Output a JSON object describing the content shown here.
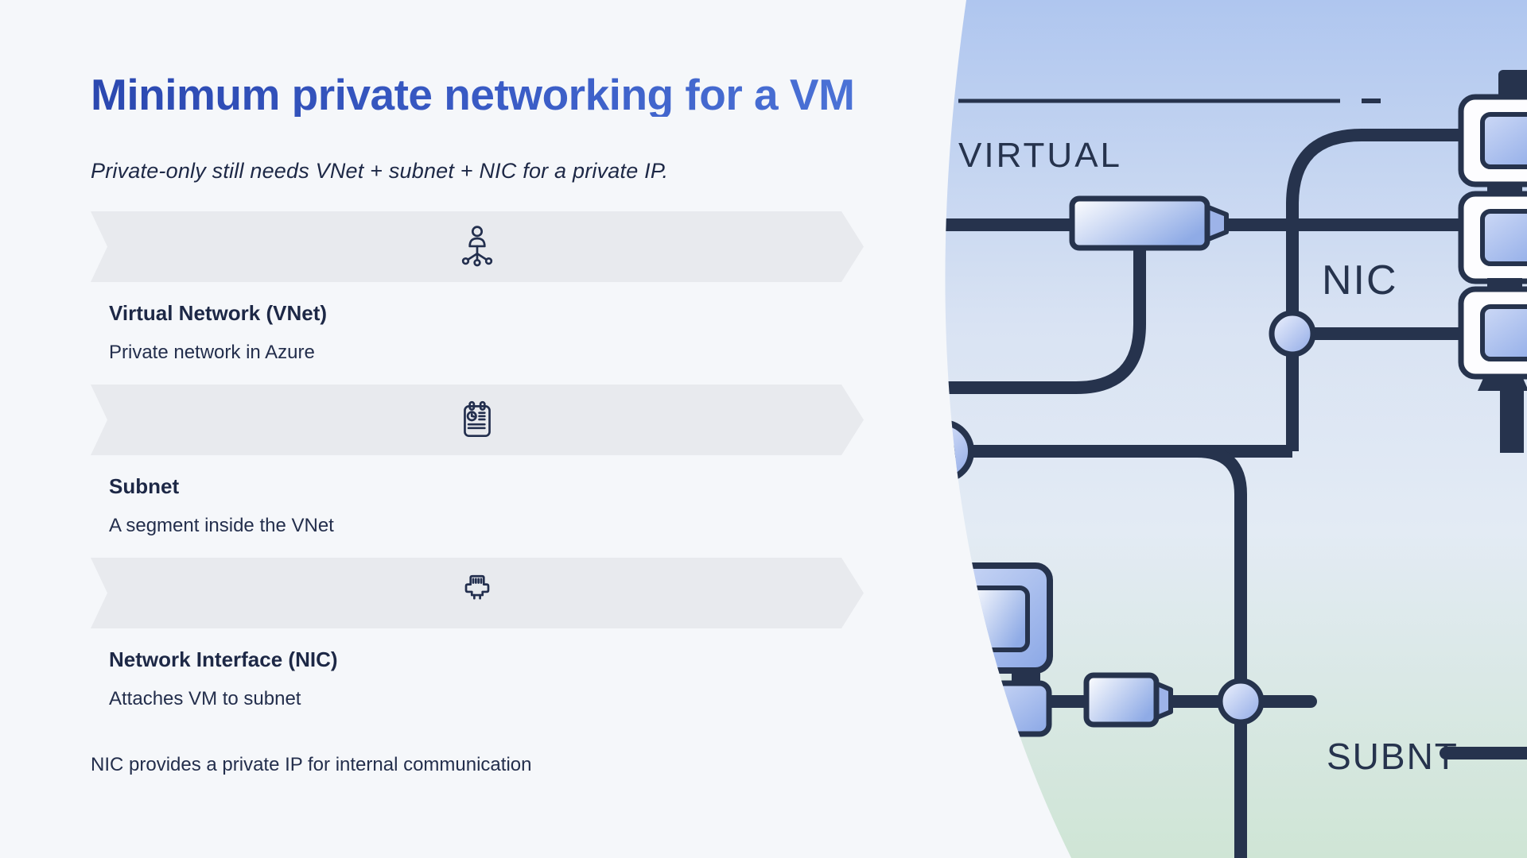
{
  "slide": {
    "title": "Minimum private networking for a VM",
    "subtitle": "Private-only still needs VNet + subnet + NIC for a private IP.",
    "steps": [
      {
        "icon": "user-network-icon",
        "heading": "Virtual Network (VNet)",
        "description": "Private network in Azure"
      },
      {
        "icon": "clipboard-icon",
        "heading": "Subnet",
        "description": "A segment inside the VNet"
      },
      {
        "icon": "ethernet-plug-icon",
        "heading": "Network Interface (NIC)",
        "description": "Attaches VM to subnet"
      }
    ],
    "footnote": "NIC provides a private IP for internal communication"
  },
  "illustration": {
    "label_virtual": "VIRTUAL",
    "label_nic": "NIC",
    "label_subnet": "SUBNT"
  },
  "colors": {
    "page_bg": "#f5f7fa",
    "banner_bg": "#e8eaee",
    "text_primary": "#1f2a4a",
    "title_gradient_start": "#2b48b0",
    "title_gradient_end": "#4b72d6",
    "line_dark": "#26334d"
  }
}
